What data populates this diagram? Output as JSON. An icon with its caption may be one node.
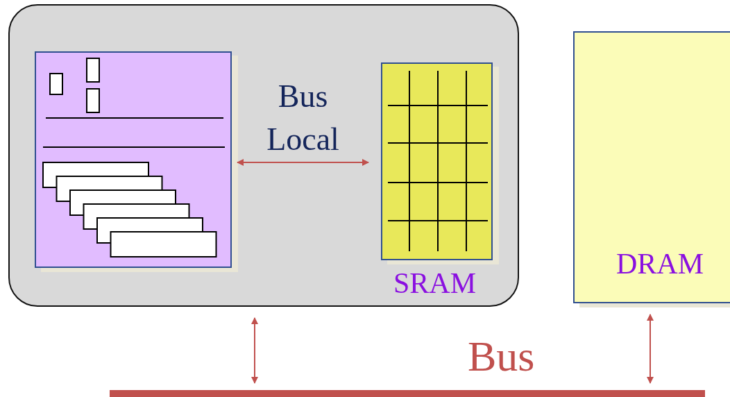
{
  "diagram": {
    "nodes": [
      {
        "text": [],
        "shape": "box"
      },
      {
        "text": [],
        "shape": "picture",
        "in": 0
      },
      {
        "text": [
          "SRAM"
        ],
        "in": 0
      },
      {
        "text": [
          "DRAM"
        ]
      },
      {
        "text": [
          "Bus"
        ]
      }
    ],
    "edges": [
      {
        "from": 1,
        "to": 2,
        "arrow": "both",
        "label": "Bus Local"
      },
      {
        "from": 0,
        "to": 4,
        "arrow": "both"
      },
      {
        "from": 3,
        "to": 4,
        "arrow": "both"
      }
    ]
  }
}
